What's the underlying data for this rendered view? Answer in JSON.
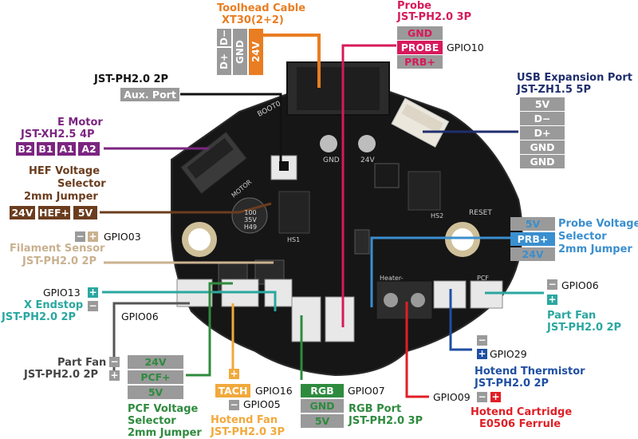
{
  "colors": {
    "orange": "#e97d22",
    "pink": "#d7195b",
    "black": "#111111",
    "navy": "#1f2e6e",
    "purple": "#7b2581",
    "brown": "#6b3d1e",
    "tan": "#c9b18f",
    "teal": "#2aa7a0",
    "gray": "#555555",
    "green": "#2e8b3e",
    "yellow": "#f2a93b",
    "blue": "#1f4fa3",
    "red": "#e01f26",
    "lightblue": "#3a8fcf",
    "box": "#9a9a9a"
  },
  "toolhead_cable": {
    "title1": "Toolhead Cable",
    "title2": "XT30(2+2)",
    "pins": [
      "D+",
      "D−",
      "GND",
      "24V"
    ]
  },
  "probe": {
    "title1": "Probe",
    "title2": "JST-PH2.0 3P",
    "pins": [
      "GND",
      "PROBE",
      "PRB+"
    ],
    "gpio": "GPIO10"
  },
  "aux_port": {
    "title": "JST-PH2.0 2P",
    "box": "Aux. Port"
  },
  "usb": {
    "title1": "USB Expansion Port",
    "title2": "JST-ZH1.5 5P",
    "pins": [
      "5V",
      "D−",
      "D+",
      "GND",
      "GND"
    ]
  },
  "e_motor": {
    "title1": "E Motor",
    "title2": "JST-XH2.5 4P",
    "pins": [
      "B2",
      "B1",
      "A1",
      "A2"
    ]
  },
  "hef": {
    "title1": "HEF Voltage",
    "title2": "Selector",
    "title3": "2mm Jumper",
    "pins": [
      "24V",
      "HEF+",
      "5V"
    ]
  },
  "filament": {
    "minus": "−",
    "plus": "+",
    "gpio": "GPIO03",
    "title1": "Filament Sensor",
    "title2": "JST-PH2.0 2P"
  },
  "x_endstop": {
    "gpio": "GPIO13",
    "plus": "+",
    "minus": "−",
    "title1": "X Endstop",
    "title2": "JST-PH2.0 2P"
  },
  "part_fan_left": {
    "gpio": "GPIO06",
    "minus": "−",
    "plus": "+",
    "title1": "Part Fan",
    "title2": "JST-PH2.0 2P"
  },
  "pcf": {
    "pins": [
      "24V",
      "PCF+",
      "5V"
    ],
    "title1": "PCF Voltage",
    "title2": "Selector",
    "title3": "2mm Jumper"
  },
  "hotend_fan": {
    "plus": "+",
    "tach": "TACH",
    "gpio16": "GPIO16",
    "minus": "−",
    "gpio05": "GPIO05",
    "title1": "Hotend Fan",
    "title2": "JST-PH2.0 3P"
  },
  "rgb": {
    "pins": [
      "RGB",
      "GND",
      "5V"
    ],
    "gpio": "GPIO07",
    "title1": "RGB Port",
    "title2": "JST-PH2.0 3P"
  },
  "hotend_cart": {
    "gpio": "GPIO09",
    "minus": "−",
    "plus": "+",
    "title1": "Hotend Cartridge",
    "title2": "E0506 Ferrule"
  },
  "thermistor": {
    "minus": "−",
    "plus": "+",
    "gpio": "GPIO29",
    "title1": "Hotend Thermistor",
    "title2": "JST-PH2.0 2P"
  },
  "part_fan_right": {
    "minus": "−",
    "gpio": "GPIO06",
    "plus": "+",
    "title1": "Part Fan",
    "title2": "JST-PH2.0 2P"
  },
  "probe_voltage": {
    "pins": [
      "5V",
      "PRB+",
      "24V"
    ],
    "title1": "Probe Voltage",
    "title2": "Selector",
    "title3": "2mm Jumper"
  },
  "board": {
    "silk_boot": "BOOT0",
    "silk_reset": "RESET",
    "silk_gnd": "GND",
    "silk_24v": "24V",
    "silk_motor": "MOTOR",
    "silk_hs1": "HS1",
    "silk_hs2": "HS2",
    "cap": "100 35V H49",
    "silk_heater": "Heater-",
    "silk_pcf": "PCF"
  }
}
